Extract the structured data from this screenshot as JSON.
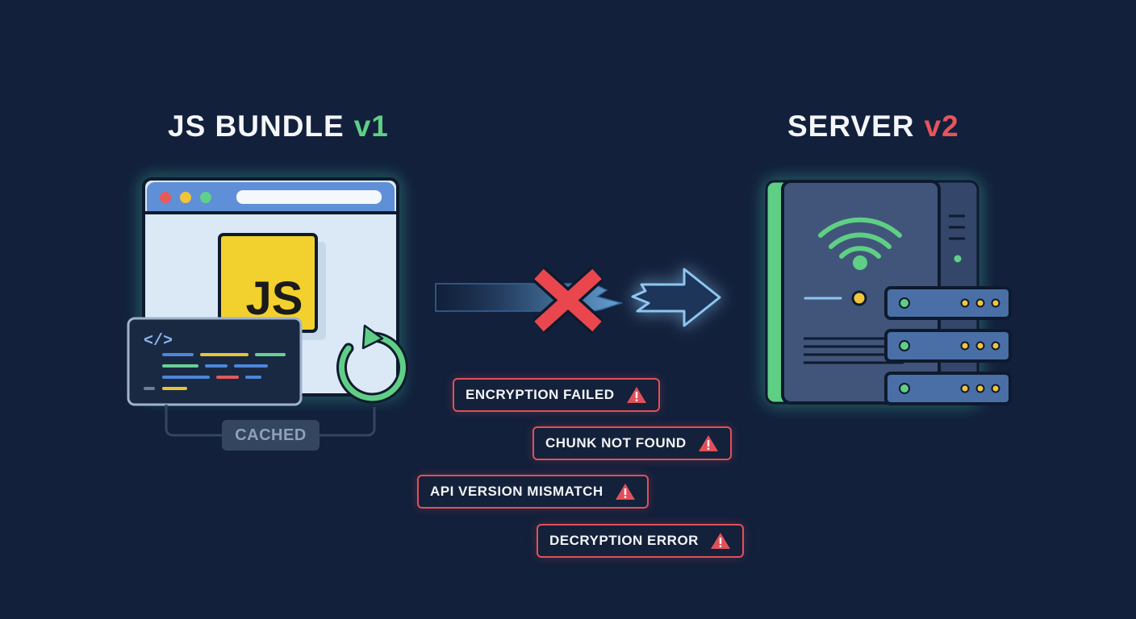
{
  "left": {
    "title": "JS BUNDLE",
    "version": "v1",
    "version_color": "#5fcf85",
    "js_badge": "JS",
    "code_tag": "</>",
    "cached_label": "CACHED",
    "icons": [
      "browser-window-icon",
      "js-logo-icon",
      "code-snippet-icon",
      "refresh-icon"
    ]
  },
  "right": {
    "title": "SERVER",
    "version": "v2",
    "version_color": "#e6545c",
    "icons": [
      "server-tower-icon",
      "wifi-icon",
      "server-rack-icon"
    ]
  },
  "connection": {
    "status": "broken",
    "icons": [
      "broken-arrow-icon",
      "red-x-icon"
    ]
  },
  "errors": [
    {
      "label": "ENCRYPTION FAILED"
    },
    {
      "label": "CHUNK NOT FOUND"
    },
    {
      "label": "API VERSION MISMATCH"
    },
    {
      "label": "DECRYPTION ERROR"
    }
  ],
  "colors": {
    "background": "#12203b",
    "error": "#e0505a",
    "js_yellow": "#f2d12e",
    "success_green": "#5fcf85",
    "server_blue": "#41557a"
  }
}
